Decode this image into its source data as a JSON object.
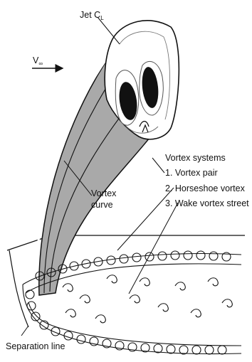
{
  "labels": {
    "jet": "Jet C",
    "jet_sub": "L",
    "freestream": "V",
    "freestream_sub": "∞",
    "vortex_systems_title": "Vortex systems",
    "vortex_pair": "1. Vortex pair",
    "horseshoe_vortex": "2. Horseshoe vortex",
    "wake_vortex_street": "3. Wake vortex street",
    "vortex_curve_line1": "Vortex",
    "vortex_curve_line2": "curve",
    "separation_line": "Separation line"
  },
  "colors": {
    "ink": "#111111",
    "jet_shading": "#a9a9a9",
    "vortex_core": "#111111",
    "background": "#ffffff"
  }
}
